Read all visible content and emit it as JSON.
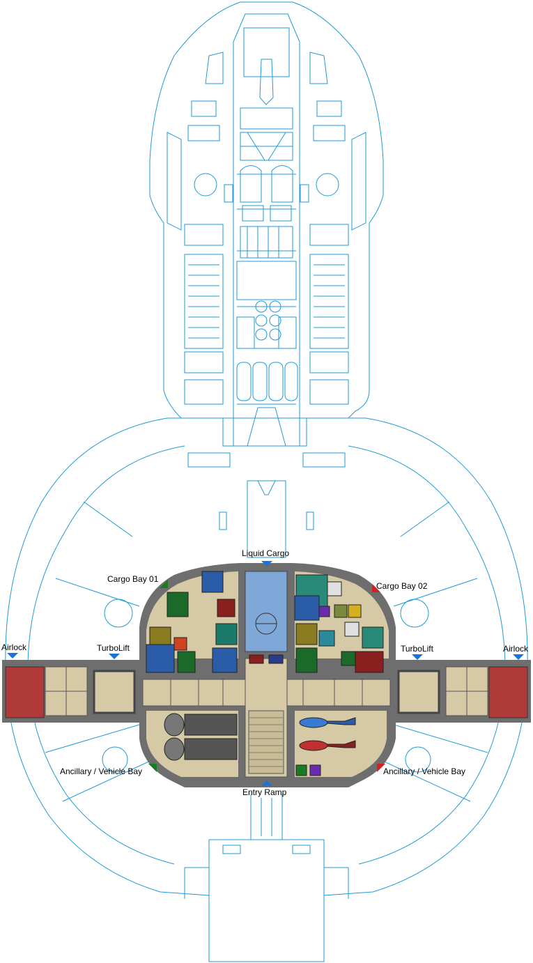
{
  "labels": {
    "liquid_cargo": "Liquid Cargo",
    "cargo_bay_01": "Cargo Bay 01",
    "cargo_bay_02": "Cargo Bay 02",
    "airlock_left": "Airlock",
    "airlock_right": "Airlock",
    "turbolift_left": "TurboLift",
    "turbolift_right": "TurboLift",
    "ancillary_left": "Ancillary / Vehicle Bay",
    "ancillary_right": "Ancillary / Vehicle Bay",
    "entry_ramp": "Entry Ramp"
  },
  "colors": {
    "blueprint_line": "#1e9ad8",
    "deck_floor": "#d6c9a6",
    "hull_wall": "#6e6e6e",
    "airlock_red": "#b03a3a",
    "liquid_cargo_blue": "#7fa8d8",
    "marker_blue": "#1a73d6",
    "marker_green": "#1b7a25",
    "marker_red": "#d42020"
  },
  "icons": {
    "door_marker": "triangle-down",
    "bay_marker": "corner-flag"
  }
}
